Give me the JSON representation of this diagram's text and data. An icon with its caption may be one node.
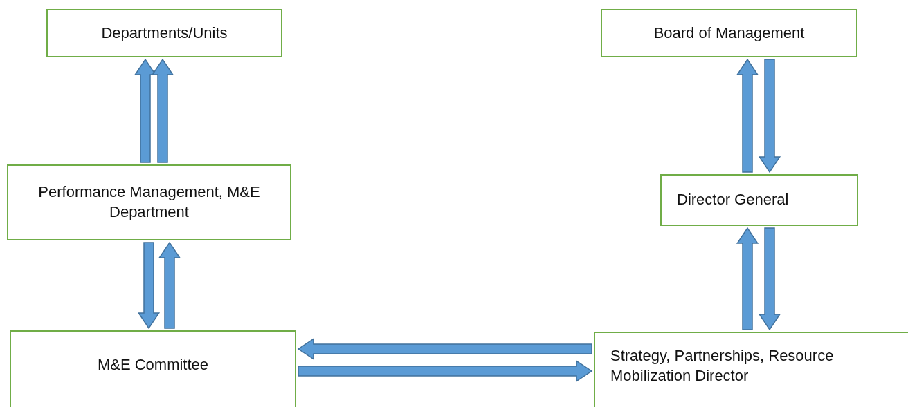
{
  "diagram": {
    "nodes": [
      {
        "text": [
          "Departments/Units"
        ]
      },
      {
        "text": [
          "Board of Management"
        ]
      },
      {
        "text": [
          "Performance Management, M&E Department"
        ]
      },
      {
        "text": [
          "Director General"
        ]
      },
      {
        "text": [
          "M&E Committee"
        ]
      },
      {
        "text": [
          "Strategy, Partnerships, Resource Mobilization Director"
        ]
      }
    ],
    "edges": [
      {
        "from": 2,
        "to": 0,
        "arrow": "to",
        "style": "thick"
      },
      {
        "from": 2,
        "to": 0,
        "arrow": "to",
        "style": "thick"
      },
      {
        "from": 3,
        "to": 1,
        "arrow": "to",
        "style": "thick"
      },
      {
        "from": 1,
        "to": 3,
        "arrow": "to",
        "style": "thick"
      },
      {
        "from": 2,
        "to": 4,
        "arrow": "to",
        "style": "thick"
      },
      {
        "from": 4,
        "to": 2,
        "arrow": "to",
        "style": "thick"
      },
      {
        "from": 5,
        "to": 3,
        "arrow": "to",
        "style": "thick"
      },
      {
        "from": 3,
        "to": 5,
        "arrow": "to",
        "style": "thick"
      },
      {
        "from": 5,
        "to": 4,
        "arrow": "to",
        "style": "thick"
      },
      {
        "from": 4,
        "to": 5,
        "arrow": "to",
        "style": "thick"
      }
    ]
  }
}
